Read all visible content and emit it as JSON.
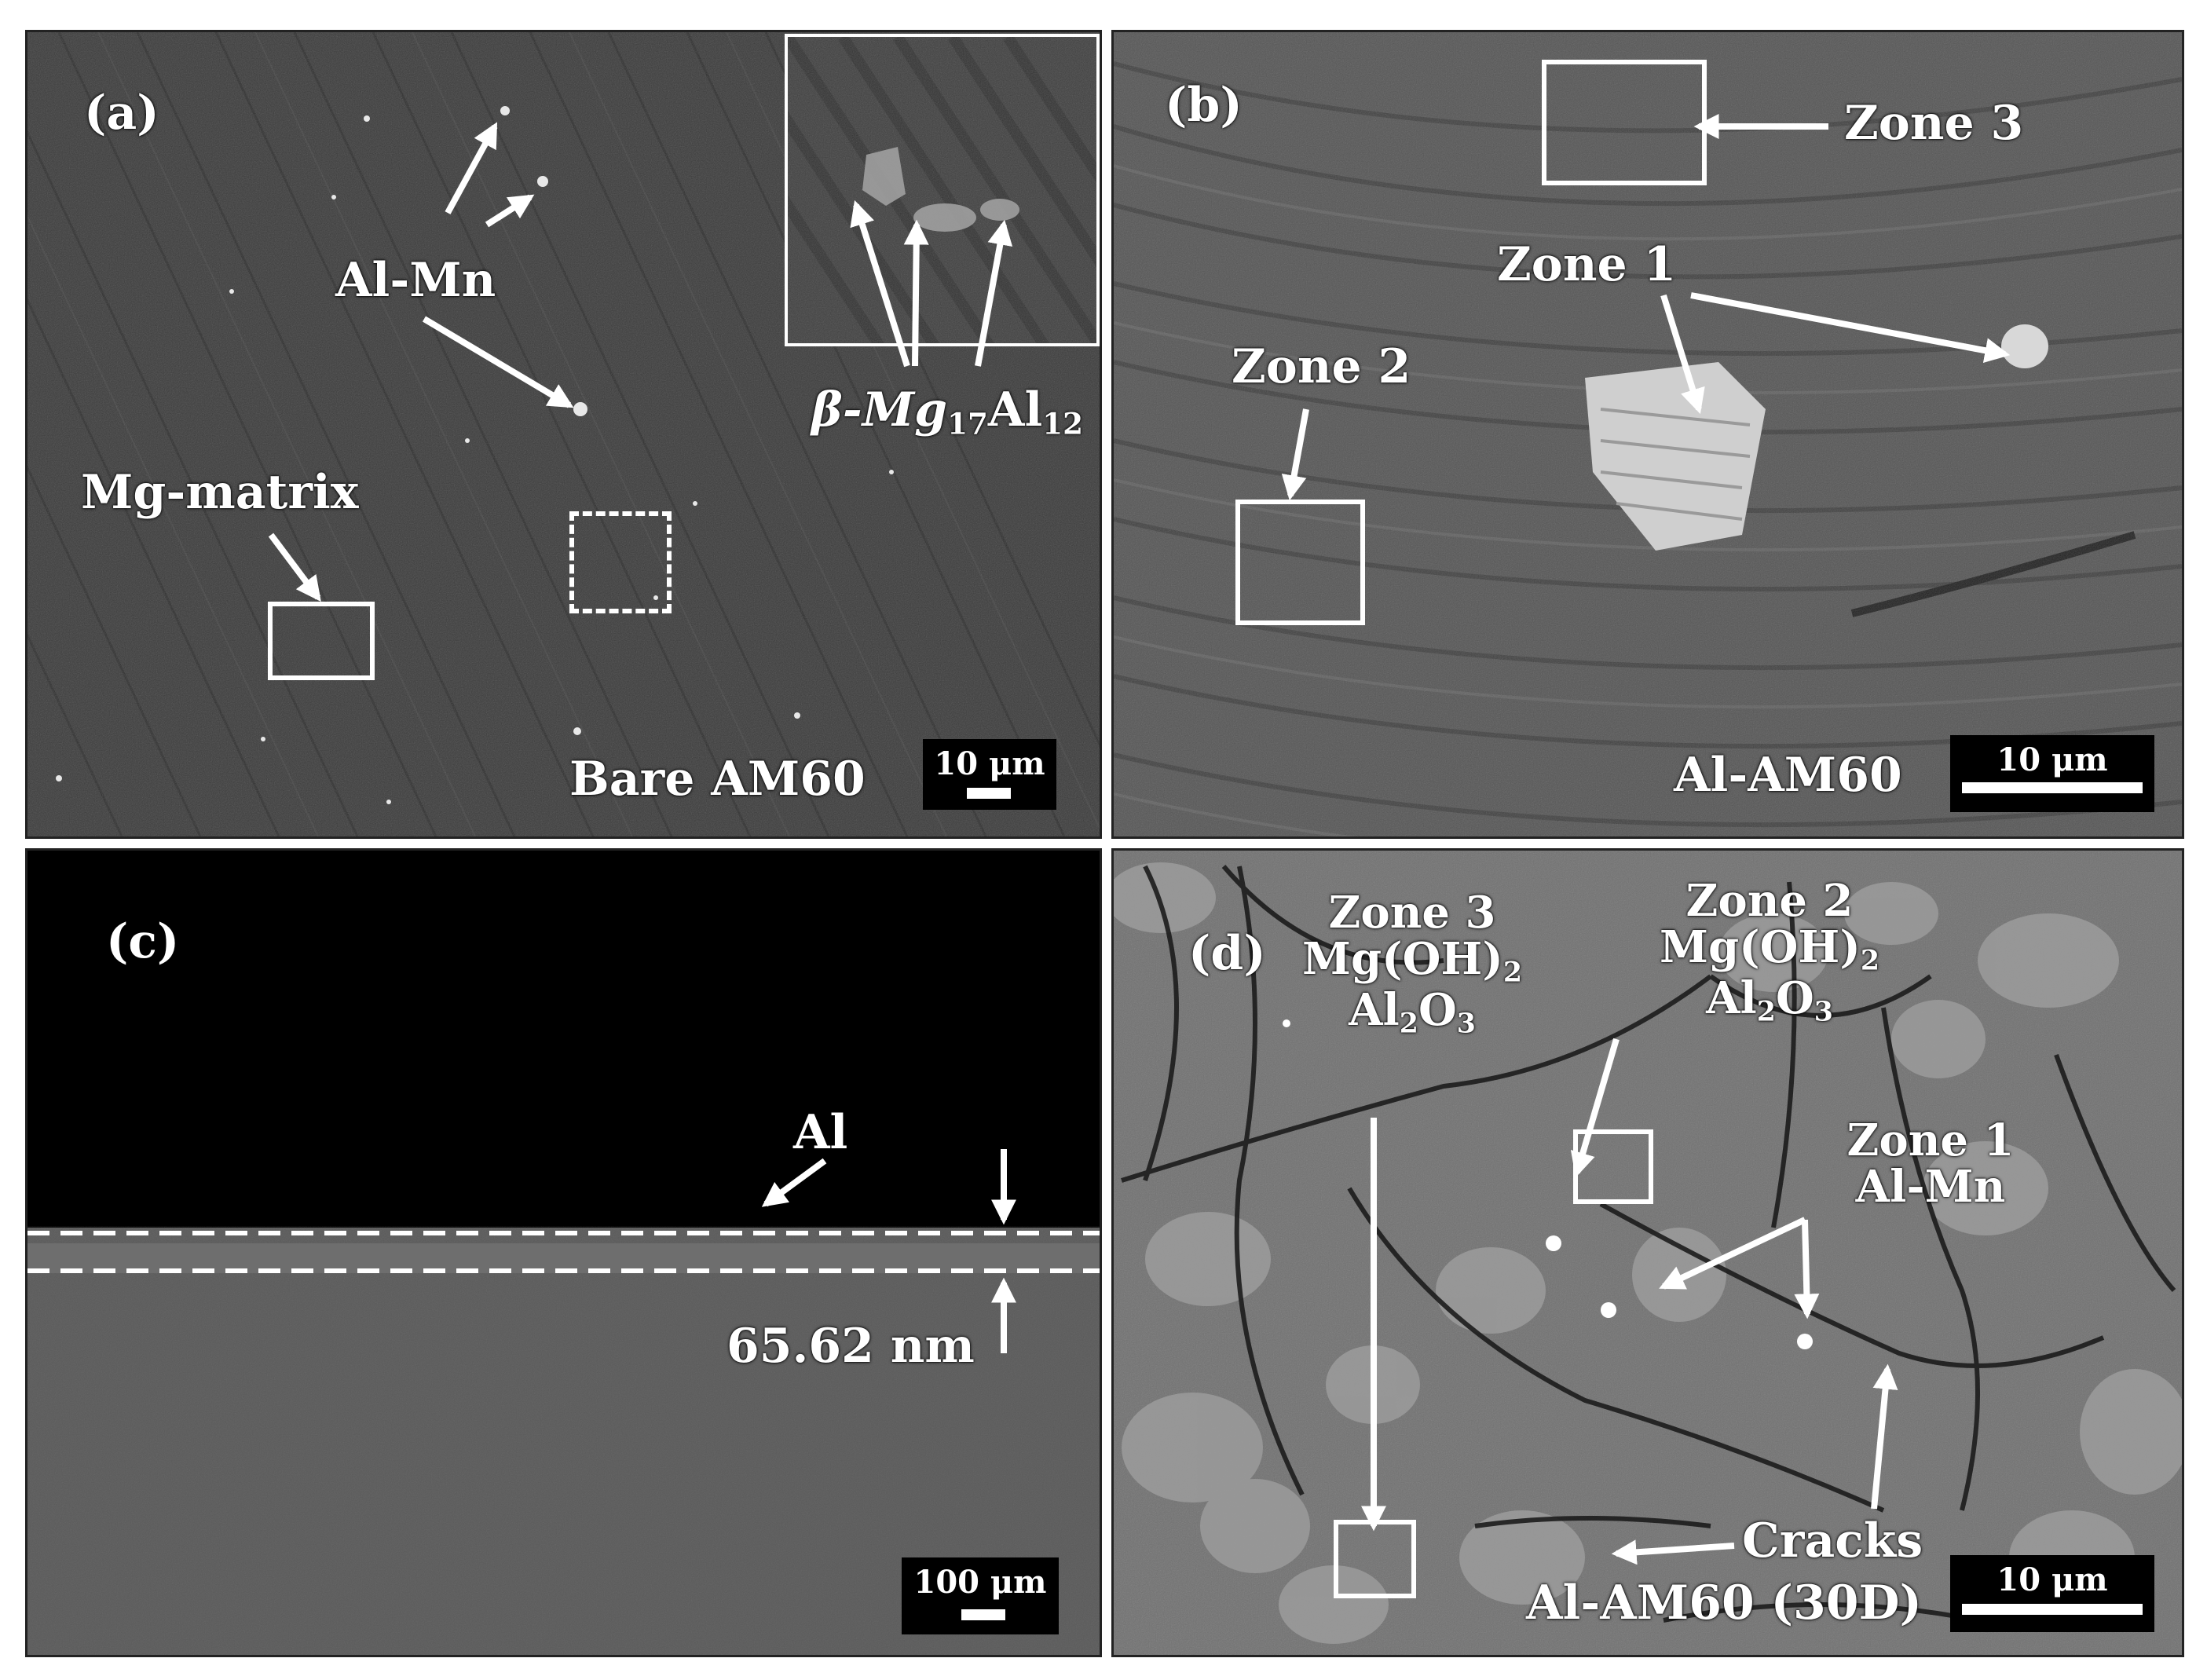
{
  "panels": {
    "a": {
      "label": "(a)",
      "al_mn": "Al-Mn",
      "beta_prefix": "β-Mg",
      "beta_sub1": "17",
      "beta_mid": "Al",
      "beta_sub2": "12",
      "mg_matrix": "Mg-matrix",
      "sample": "Bare AM60",
      "scale": "10 μm"
    },
    "b": {
      "label": "(b)",
      "zone3": "Zone 3",
      "zone1": "Zone 1",
      "zone2": "Zone 2",
      "sample": "Al-AM60",
      "scale": "10 μm"
    },
    "c": {
      "label": "(c)",
      "al": "Al",
      "thickness": "65.62 nm",
      "scale": "100 μm"
    },
    "d": {
      "label": "(d)",
      "zone3": "Zone 3",
      "zone3_c1": "Mg(OH)",
      "zone3_c1_sub": "2",
      "zone3_c2a": "Al",
      "zone3_c2_sub1": "2",
      "zone3_c2b": "O",
      "zone3_c2_sub2": "3",
      "zone2": "Zone 2",
      "zone2_c1": "Mg(OH)",
      "zone2_c1_sub": "2",
      "zone2_c2a": "Al",
      "zone2_c2_sub1": "2",
      "zone2_c2b": "O",
      "zone2_c2_sub2": "3",
      "zone1": "Zone 1",
      "zone1_phase": "Al-Mn",
      "cracks": "Cracks",
      "sample": "Al-AM60 (30D)",
      "scale": "10 μm"
    }
  }
}
